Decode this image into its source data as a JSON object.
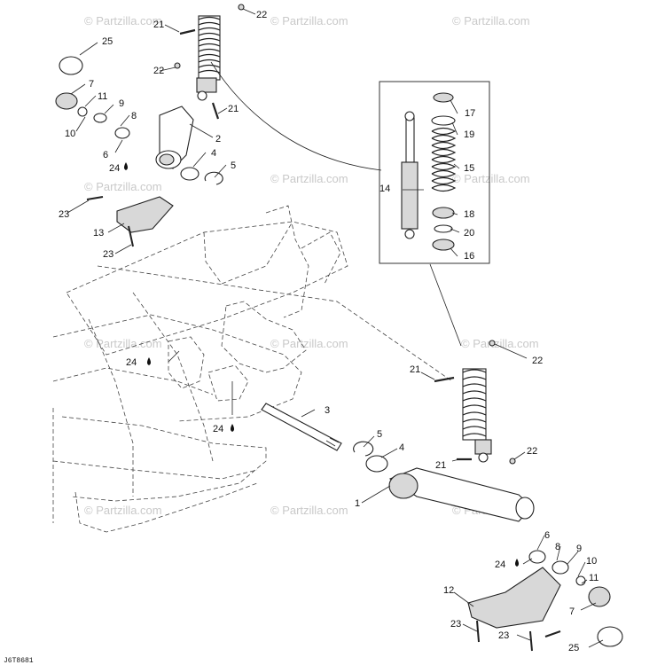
{
  "watermark": "© Partzilla.com",
  "drawing_code": "J6T8681",
  "callouts": {
    "c1": "1",
    "c2": "2",
    "c3": "3",
    "c4": "4",
    "c5": "5",
    "c6": "6",
    "c7": "7",
    "c8": "8",
    "c9": "9",
    "c10": "10",
    "c11": "11",
    "c12": "12",
    "c13": "13",
    "c14": "14",
    "c15": "15",
    "c16": "16",
    "c17": "17",
    "c18": "18",
    "c19": "19",
    "c20": "20",
    "c21": "21",
    "c22": "22",
    "c23": "23",
    "c24": "24",
    "c25": "25"
  }
}
